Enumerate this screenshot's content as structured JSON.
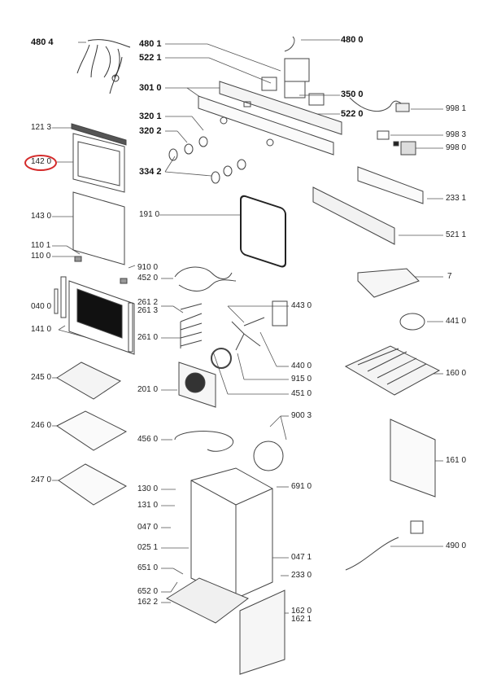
{
  "diagram": {
    "title": "Oven exploded parts diagram",
    "highlight_color": "#d42a2a",
    "highlighted_label": "142 0",
    "labels": [
      {
        "id": "l4804",
        "text": "480 4",
        "bold": true
      },
      {
        "id": "l4801",
        "text": "480 1",
        "bold": true
      },
      {
        "id": "l5221",
        "text": "522 1",
        "bold": true
      },
      {
        "id": "l4800",
        "text": "480 0",
        "bold": true
      },
      {
        "id": "l3010",
        "text": "301 0",
        "bold": true
      },
      {
        "id": "l3500",
        "text": "350 0",
        "bold": true
      },
      {
        "id": "l5220",
        "text": "522 0",
        "bold": true
      },
      {
        "id": "l9981",
        "text": "998 1",
        "bold": false
      },
      {
        "id": "l3201",
        "text": "320 1",
        "bold": true
      },
      {
        "id": "l3202",
        "text": "320 2",
        "bold": true
      },
      {
        "id": "l3342",
        "text": "334 2",
        "bold": true
      },
      {
        "id": "l9983",
        "text": "998 3",
        "bold": false
      },
      {
        "id": "l9980",
        "text": "998 0",
        "bold": false
      },
      {
        "id": "l1213",
        "text": "121 3",
        "bold": false
      },
      {
        "id": "l1420",
        "text": "142 0",
        "bold": false
      },
      {
        "id": "l2331",
        "text": "233 1",
        "bold": false
      },
      {
        "id": "l1430",
        "text": "143 0",
        "bold": false
      },
      {
        "id": "l1910",
        "text": "191 0",
        "bold": false
      },
      {
        "id": "l5211",
        "text": "521 1",
        "bold": false
      },
      {
        "id": "l1101",
        "text": "110 1",
        "bold": false
      },
      {
        "id": "l1100",
        "text": "110 0",
        "bold": false
      },
      {
        "id": "l9100",
        "text": "910 0",
        "bold": false
      },
      {
        "id": "l4520",
        "text": "452 0",
        "bold": false
      },
      {
        "id": "l7",
        "text": "7",
        "bold": false
      },
      {
        "id": "l0400",
        "text": "040 0",
        "bold": false
      },
      {
        "id": "l2612",
        "text": "261 2",
        "bold": false
      },
      {
        "id": "l2613",
        "text": "261 3",
        "bold": false
      },
      {
        "id": "l4430",
        "text": "443 0",
        "bold": false
      },
      {
        "id": "l4410",
        "text": "441 0",
        "bold": false
      },
      {
        "id": "l1410",
        "text": "141 0",
        "bold": false
      },
      {
        "id": "l2610",
        "text": "261 0",
        "bold": false
      },
      {
        "id": "l4400",
        "text": "440 0",
        "bold": false
      },
      {
        "id": "l9150",
        "text": "915 0",
        "bold": false
      },
      {
        "id": "l1600",
        "text": "160 0",
        "bold": false
      },
      {
        "id": "l2450",
        "text": "245 0",
        "bold": false
      },
      {
        "id": "l2010",
        "text": "201 0",
        "bold": false
      },
      {
        "id": "l4510",
        "text": "451 0",
        "bold": false
      },
      {
        "id": "l9003",
        "text": "900 3",
        "bold": false
      },
      {
        "id": "l2460",
        "text": "246 0",
        "bold": false
      },
      {
        "id": "l4560",
        "text": "456 0",
        "bold": false
      },
      {
        "id": "l1610",
        "text": "161 0",
        "bold": false
      },
      {
        "id": "l2470",
        "text": "247 0",
        "bold": false
      },
      {
        "id": "l1300",
        "text": "130 0",
        "bold": false
      },
      {
        "id": "l6910",
        "text": "691 0",
        "bold": false
      },
      {
        "id": "l1310",
        "text": "131 0",
        "bold": false
      },
      {
        "id": "l0470",
        "text": "047 0",
        "bold": false
      },
      {
        "id": "l4900",
        "text": "490 0",
        "bold": false
      },
      {
        "id": "l0251",
        "text": "025 1",
        "bold": false
      },
      {
        "id": "l0471",
        "text": "047 1",
        "bold": false
      },
      {
        "id": "l6510",
        "text": "651 0",
        "bold": false
      },
      {
        "id": "l2330",
        "text": "233 0",
        "bold": false
      },
      {
        "id": "l6520",
        "text": "652 0",
        "bold": false
      },
      {
        "id": "l1622",
        "text": "162 2",
        "bold": false
      },
      {
        "id": "l1620",
        "text": "162 0",
        "bold": false
      },
      {
        "id": "l1621",
        "text": "162 1",
        "bold": false
      }
    ]
  }
}
